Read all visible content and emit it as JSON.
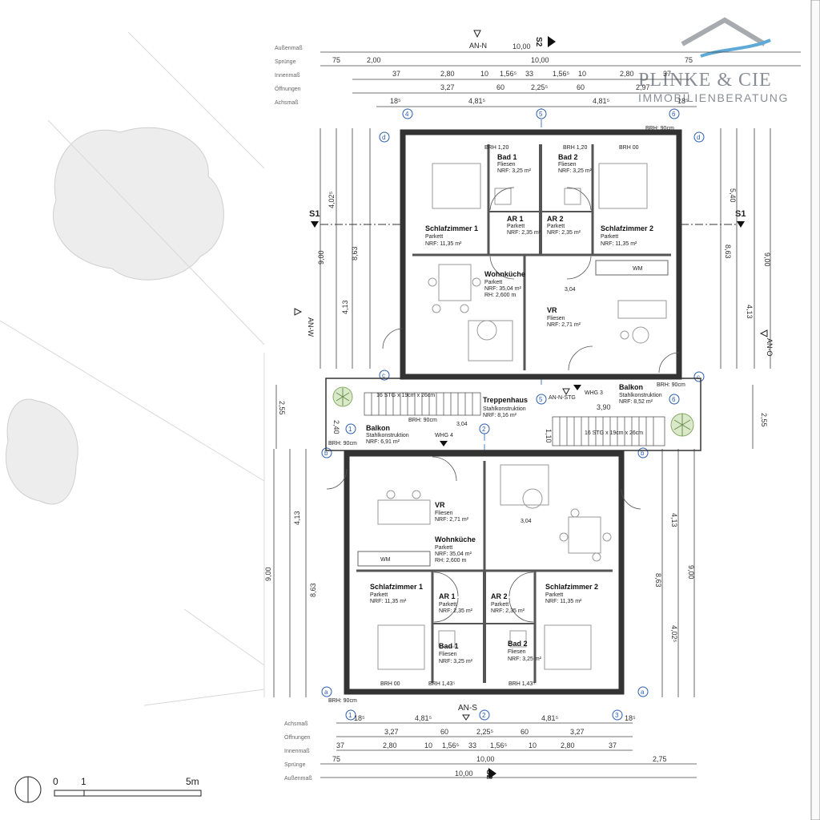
{
  "logo": {
    "line1": "PLINKE & CIE",
    "line2": "IMMOBILIENBERATUNG"
  },
  "row_labels": [
    "Außenmaß",
    "Sprünge",
    "Innenmaß",
    "Öffnungen",
    "Achsmaß"
  ],
  "section_marks": {
    "s1_left": "S1",
    "s1_right": "S1",
    "s2_top": "S2",
    "s2_bottom": "S2"
  },
  "view_marks": {
    "an_n": "AN-N",
    "an_s": "AN-S",
    "an_w": "AN-W",
    "an_o": "AN-O",
    "an_n_stg": "AN-N-STG"
  },
  "axis_labels": {
    "top": [
      "4",
      "5",
      "6"
    ],
    "bottom": [
      "1",
      "2",
      "3"
    ],
    "left": [
      "d",
      "c",
      "b",
      "a"
    ],
    "right": [
      "d",
      "c",
      "b",
      "a"
    ]
  },
  "top_dims": {
    "aussen": "10,00",
    "spruenge_a": "75",
    "spruenge_b": "2,00",
    "spruenge_c": "10,00",
    "spruenge_d": "75",
    "innen": [
      "37",
      "2,80",
      "10",
      "1,56⁵",
      "33",
      "1,56⁵",
      "10",
      "2,80",
      "37"
    ],
    "oeffnungen": [
      "3,27",
      "60",
      "2,25⁵",
      "60",
      "2,97"
    ],
    "achs": [
      "18⁵",
      "4,81⁵",
      "4,81⁵",
      "18⁵"
    ]
  },
  "bottom_dims": {
    "aussen": "10,00",
    "spruenge_a": "75",
    "spruenge_b": "10,00",
    "spruenge_c": "2,75",
    "innen": [
      "37",
      "2,80",
      "10",
      "1,56⁵",
      "33",
      "1,56⁵",
      "10",
      "2,80",
      "37"
    ],
    "oeffnungen": [
      "3,27",
      "60",
      "2,25⁵",
      "60",
      "3,27"
    ],
    "achs": [
      "18⁵",
      "4,81⁵",
      "4,81⁵",
      "18⁵"
    ]
  },
  "upper_unit": {
    "rooms": [
      {
        "name": "Bad 1",
        "floor": "Fliesen",
        "area": "NRF: 3,25 m²"
      },
      {
        "name": "Bad 2",
        "floor": "Fliesen",
        "area": "NRF: 3,25 m²"
      },
      {
        "name": "AR 1",
        "floor": "Parkett",
        "area": "NRF: 2,35 m²"
      },
      {
        "name": "AR 2",
        "floor": "Parkett",
        "area": "NRF: 2,35 m²"
      },
      {
        "name": "Schlafzimmer 1",
        "floor": "Parkett",
        "area": "NRF: 11,35 m²"
      },
      {
        "name": "Schlafzimmer 2",
        "floor": "Parkett",
        "area": "NRF: 11,35 m²"
      },
      {
        "name": "Wohnküche",
        "floor": "Parkett",
        "area": "NRF: 35,04 m²",
        "extra": "RH: 2,600 m"
      },
      {
        "name": "VR",
        "floor": "Fliesen",
        "area": "NRF: 2,71 m²"
      }
    ],
    "level": "3,04",
    "wm": "WM",
    "whg": "WHG 3"
  },
  "lower_unit": {
    "rooms": [
      {
        "name": "VR",
        "floor": "Fliesen",
        "area": "NRF: 2,71 m²"
      },
      {
        "name": "Wohnküche",
        "floor": "Parkett",
        "area": "NRF: 35,04 m²",
        "extra": "RH: 2,600 m"
      },
      {
        "name": "Schlafzimmer 1",
        "floor": "Parkett",
        "area": "NRF: 11,35 m²"
      },
      {
        "name": "Schlafzimmer 2",
        "floor": "Parkett",
        "area": "NRF: 11,35 m²"
      },
      {
        "name": "AR 1",
        "floor": "Parkett",
        "area": "NRF: 2,35 m²"
      },
      {
        "name": "AR 2",
        "floor": "Parkett",
        "area": "NRF: 2,35 m²"
      },
      {
        "name": "Bad 1",
        "floor": "Fliesen",
        "area": "NRF: 3,25 m²"
      },
      {
        "name": "Bad 2",
        "floor": "Fliesen",
        "area": "NRF: 3,25 m²"
      }
    ],
    "level": "3,04",
    "wm": "WM",
    "whg": "WHG 4"
  },
  "middle": {
    "balkon_left": {
      "name": "Balkon",
      "type": "Stahlkonstruktion",
      "area": "NRF: 6,91 m²"
    },
    "balkon_right": {
      "name": "Balkon",
      "type": "Stahlkonstruktion",
      "area": "NRF: 8,52 m²"
    },
    "treppenhaus": {
      "name": "Treppenhaus",
      "type": "Stahlkonstruktion",
      "area": "NRF: 8,16 m²"
    },
    "stair_left": "16 STG x 19cm x 26cm",
    "stair_right": "16 STG x 19cm x 26cm",
    "level": "3,04",
    "dim_390": "3,90",
    "dim_255_left": "2,55",
    "dim_255_right": "2,55",
    "dim_240": "2,40",
    "dim_110": "1,10",
    "brh_left": "BRH: 90cm",
    "brh_mid": "BRH: 90cm",
    "brh_right": "BRH: 90cm"
  },
  "brh_labels": {
    "brh120a": "BRH 1,20",
    "brh120b": "BRH 1,20",
    "brh00_top": "BRH 00",
    "brh90_tr": "BRH: 90cm",
    "brh00_bot": "BRH 00",
    "brh143a": "BRH 1,43⁵",
    "brh143b": "BRH 1,43⁵",
    "brh90_bl": "BRH: 90cm"
  },
  "left_dims_upper": [
    "4,02⁵",
    "9,00",
    "8,63",
    "4,13"
  ],
  "right_dims_upper": [
    "5,40",
    "8,63",
    "9,00",
    "4,13"
  ],
  "left_dims_lower": [
    "4,13",
    "9,00",
    "8,63"
  ],
  "right_dims_lower": [
    "4,13",
    "9,00",
    "8,63",
    "4,02⁵"
  ],
  "scale": {
    "zero": "0",
    "one": "1",
    "five": "5m"
  }
}
